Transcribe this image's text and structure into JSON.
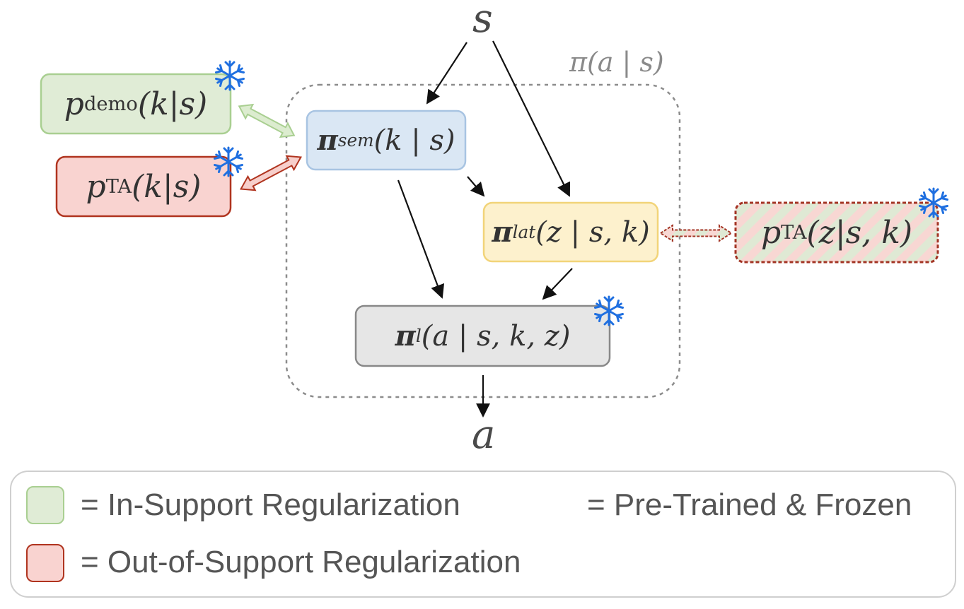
{
  "diagram": {
    "input_label": "s",
    "output_label": "a",
    "policy_label": "π(a | s)",
    "nodes": {
      "demo": {
        "p": "p",
        "sup": "demo",
        "args": "(k|s)"
      },
      "ta_k": {
        "p": "p",
        "sup": "TA",
        "args": "(k|s)"
      },
      "sem": {
        "pi": "π",
        "sup": "sem",
        "args": "(k | s)"
      },
      "lat": {
        "pi": "π",
        "sup": "lat",
        "args": "(z | s, k)"
      },
      "ta_z": {
        "p": "p",
        "sup": "TA",
        "args": "(z|s, k)"
      },
      "low": {
        "pi": "π",
        "sup": "l",
        "args": "(a | s, k, z)"
      }
    },
    "snowflake_icon": "snowflake-icon",
    "colors": {
      "green_fill": "#e0ecd6",
      "green_border": "#a9cf91",
      "red_fill": "#f9d3d0",
      "red_border": "#b0341f",
      "blue_fill": "#dae7f4",
      "blue_border": "#a8c4e2",
      "yellow_fill": "#fdf1cd",
      "yellow_border": "#f2d479",
      "gray_fill": "#e6e6e6",
      "gray_border": "#888888",
      "snowflake": "#1f6fe0"
    }
  },
  "legend": {
    "in_support": "= In-Support Regularization",
    "frozen": "= Pre-Trained & Frozen",
    "out_support": "= Out-of-Support Regularization"
  }
}
